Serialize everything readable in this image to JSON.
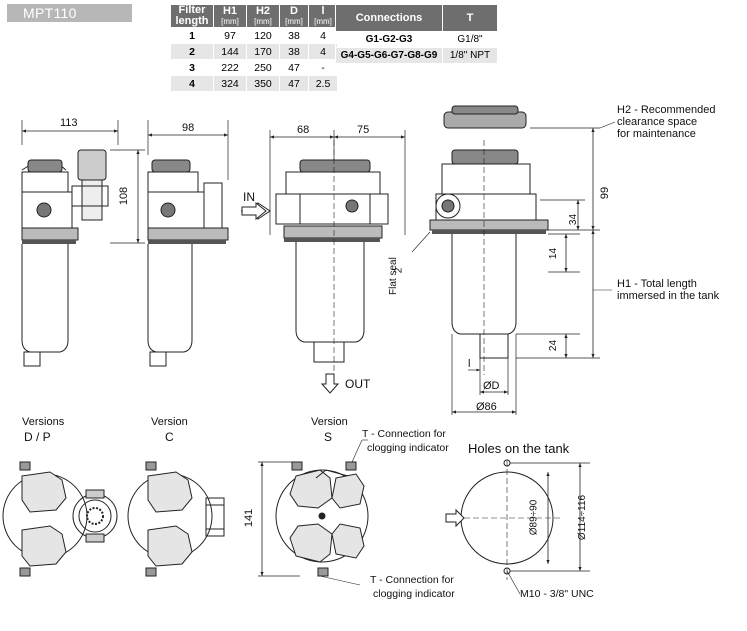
{
  "title": "MPT110",
  "spec_table": {
    "headers": {
      "length": "Filter length",
      "h1": "H1",
      "h2": "H2",
      "d": "D",
      "l": "l",
      "unit": "[mm]"
    },
    "rows": [
      {
        "length": "1",
        "h1": "97",
        "h2": "120",
        "d": "38",
        "l": "4"
      },
      {
        "length": "2",
        "h1": "144",
        "h2": "170",
        "d": "38",
        "l": "4"
      },
      {
        "length": "3",
        "h1": "222",
        "h2": "250",
        "d": "47",
        "l": "-"
      },
      {
        "length": "4",
        "h1": "324",
        "h2": "350",
        "d": "47",
        "l": "2.5"
      }
    ]
  },
  "connections_table": {
    "headers": {
      "connections": "Connections",
      "t": "T"
    },
    "rows": [
      {
        "connections": "G1-G2-G3",
        "t": "G1/8\""
      },
      {
        "connections": "G4-G5-G6-G7-G8-G9",
        "t": "1/8\" NPT"
      }
    ]
  },
  "dimensions": {
    "d113": "113",
    "d108": "108",
    "d98": "98",
    "d68": "68",
    "d75": "75",
    "d99": "99",
    "d34": "34",
    "d14": "14",
    "d24": "24",
    "d141": "141",
    "d2": "2",
    "dia_d": "ØD",
    "dia_86": "Ø86",
    "l_mark": "l",
    "holes_small": "Ø89÷90",
    "holes_large": "Ø114÷116"
  },
  "labels": {
    "in": "IN",
    "out": "OUT",
    "flat_seal": "Flat seal",
    "h2_note": [
      "H2 - Recommended",
      "clearance space",
      "for maintenance"
    ],
    "h1_note": [
      "H1 - Total length",
      "immersed in the tank"
    ],
    "versions_dp": [
      "Versions",
      "D / P"
    ],
    "version_c": [
      "Version",
      "C"
    ],
    "version_s": [
      "Version",
      "S"
    ],
    "t_conn_top": [
      "T - Connection for",
      "clogging indicator"
    ],
    "t_conn_bottom": [
      "T - Connection for",
      "clogging indicator"
    ],
    "holes_title": "Holes on the tank",
    "bolt_note": "M10 - 3/8\" UNC"
  }
}
